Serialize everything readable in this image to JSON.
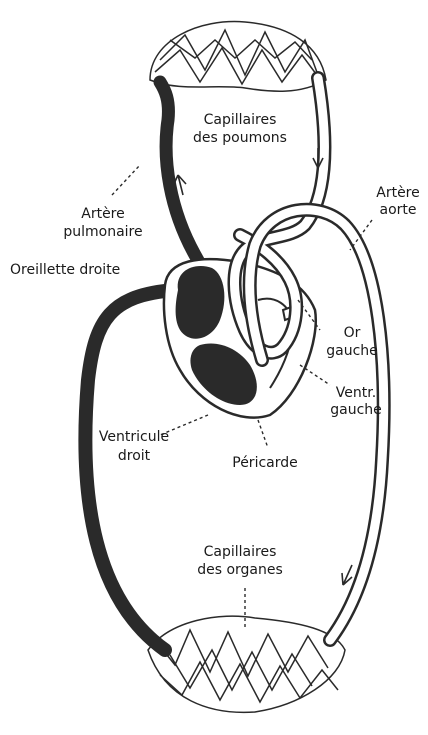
{
  "labels": {
    "capillaires_poumons_l1": "Capillaires",
    "capillaires_poumons_l2": "des poumons",
    "artere_aorte_l1": "Artère",
    "artere_aorte_l2": "aorte",
    "artere_pulmonaire_l1": "Artère",
    "artere_pulmonaire_l2": "pulmonaire",
    "oreillette_droite": "Oreillette droite",
    "or_gauche_l1": "Or",
    "or_gauche_l2": "gauche",
    "ventr_gauche_l1": "Ventr.",
    "ventr_gauche_l2": "gauche",
    "ventricule_droit_l1": "Ventricule",
    "ventricule_droit_l2": "droit",
    "pericarde": "Péricarde",
    "capillaires_organes_l1": "Capillaires",
    "capillaires_organes_l2": "des organes"
  },
  "colors": {
    "ink": "#2a2a2a",
    "paper": "#ffffff",
    "deoxygenated_blood": "#2a2a2a",
    "oxygenated_blood": "#ffffff"
  }
}
